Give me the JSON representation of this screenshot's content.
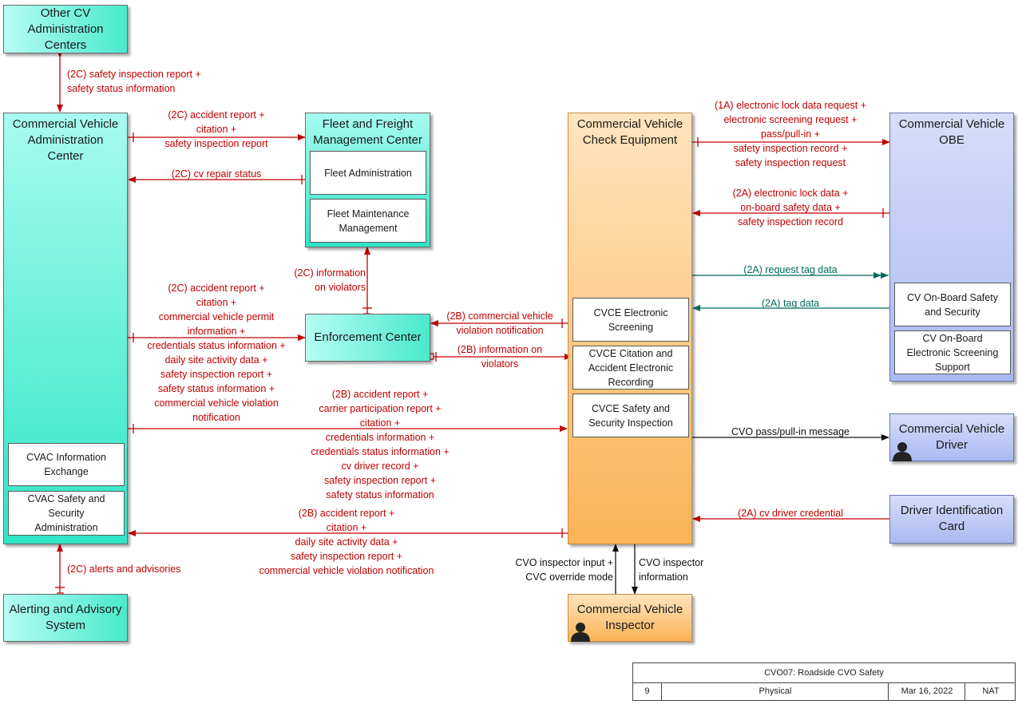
{
  "nodes": {
    "other_cvac": "Other CV\nAdministration\nCenters",
    "cvac": "Commercial Vehicle\nAdministration\nCenter",
    "cvac_sub1": "CVAC Information\nExchange",
    "cvac_sub2": "CVAC Safety and\nSecurity\nAdministration",
    "fleet": "Fleet and Freight\nManagement Center",
    "fleet_sub1": "Fleet Administration",
    "fleet_sub2": "Fleet Maintenance\nManagement",
    "enforcement": "Enforcement Center",
    "alerting": "Alerting and Advisory\nSystem",
    "cvce": "Commercial Vehicle\nCheck Equipment",
    "cvce_sub1": "CVCE Electronic\nScreening",
    "cvce_sub2": "CVCE Citation and\nAccident Electronic\nRecording",
    "cvce_sub3": "CVCE Safety and\nSecurity Inspection",
    "obe": "Commercial Vehicle\nOBE",
    "obe_sub1": "CV On-Board Safety\nand Security",
    "obe_sub2": "CV On-Board\nElectronic Screening\nSupport",
    "driver": "Commercial Vehicle\nDriver",
    "card": "Driver Identification\nCard",
    "inspector": "Commercial Vehicle\nInspector"
  },
  "flows": {
    "f_other": "(2C) safety inspection report +\nsafety status information",
    "f_to_fleet": "(2C) accident report +\ncitation +\nsafety inspection report",
    "f_repair": "(2C) cv repair status",
    "f_violators_fleet": "(2C) information\non violators",
    "f_to_enf": "(2C) accident report +\ncitation +\ncommercial vehicle permit\ninformation +\ncredentials status information +\ndaily site activity data +\nsafety inspection report +\nsafety status information +\ncommercial vehicle violation\nnotification",
    "f_alerts": "(2C) alerts and advisories",
    "f_cv_violation": "(2B) commercial vehicle\nviolation notification",
    "f_info_violators": "(2B) information on\nviolators",
    "f_to_cvce": "(2B) accident report +\ncarrier participation report +\ncitation +\ncredentials information +\ncredentials status information +\ncv driver record +\nsafety inspection report +\nsafety status information",
    "f_from_cvce": "(2B) accident report +\ncitation +\ndaily site activity data +\nsafety inspection report +\ncommercial vehicle violation notification",
    "f_to_obe": "(1A) electronic lock data request +\nelectronic screening request +\npass/pull-in +\nsafety inspection record +\nsafety inspection request",
    "f_from_obe": "(2A) electronic lock data +\non-board safety data +\nsafety inspection record",
    "f_request_tag": "(2A) request tag data",
    "f_tag": "(2A) tag data",
    "f_pass": "CVO pass/pull-in message",
    "f_credential": "(2A) cv driver credential",
    "f_insp_input": "CVO inspector input +\nCVC override mode",
    "f_insp_info": "CVO inspector\ninformation"
  },
  "footer": {
    "title": "CVO07: Roadside CVO Safety",
    "page": "9",
    "view": "Physical",
    "date": "Mar 16, 2022",
    "scope": "NAT"
  },
  "colors": {
    "center_teal": "#2ee6c6",
    "field_orange": "#fbb355",
    "vehicle_blue": "#aab9f3",
    "flow_red": "#c00000",
    "flow_green": "#006b5a"
  }
}
